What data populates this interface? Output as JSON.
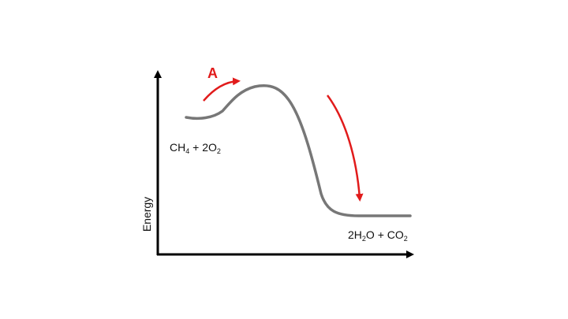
{
  "diagram": {
    "y_axis_label": "Energy",
    "reactants": {
      "prefix": "CH",
      "sub1": "4",
      "mid": " + 2O",
      "sub2": "2"
    },
    "products": {
      "prefix": "2H",
      "sub1": "2",
      "mid": "O + CO",
      "sub2": "2"
    },
    "step_label": "A",
    "colors": {
      "curve": "#777777",
      "arrow": "#e11b1b",
      "axis": "#000000",
      "text": "#111111"
    }
  }
}
